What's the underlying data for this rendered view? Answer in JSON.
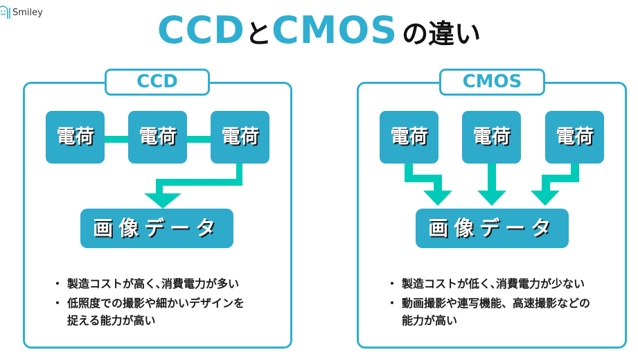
{
  "logo": {
    "text": "Smiley",
    "icon": "smiley-face-icon"
  },
  "title": {
    "part1": "CCD",
    "connector": "と",
    "part2": "CMOS",
    "suffix_no": "の",
    "suffix": "違い"
  },
  "colors": {
    "accent": "#2eaed0",
    "box": "#2eaacb",
    "arrow": "#00cbb8",
    "text": "#1a1a1a"
  },
  "ccd": {
    "label": "CCD",
    "charges": [
      "電荷",
      "電荷",
      "電荷"
    ],
    "output": "画像データ",
    "bullets": [
      "製造コストが高く､消費電力が多い",
      "低照度での撮影や細かいデザインを捉える能力が高い"
    ],
    "bullet_lines": [
      [
        "製造コストが高く､消費電力が多い"
      ],
      [
        "低照度での撮影や細かいデザインを",
        "捉える能力が高い"
      ]
    ],
    "bullet_marker": "・"
  },
  "cmos": {
    "label": "CMOS",
    "charges": [
      "電荷",
      "電荷",
      "電荷"
    ],
    "output": "画像データ",
    "bullets": [
      "製造コストが低く､消費電力が少ない",
      "動画撮影や連写機能、高速撮影などの能力が高い"
    ],
    "bullet_lines": [
      [
        "製造コストが低く､消費電力が少ない"
      ],
      [
        "動画撮影や連写機能、高速撮影などの",
        "能力が高い"
      ]
    ],
    "bullet_marker": "・"
  }
}
